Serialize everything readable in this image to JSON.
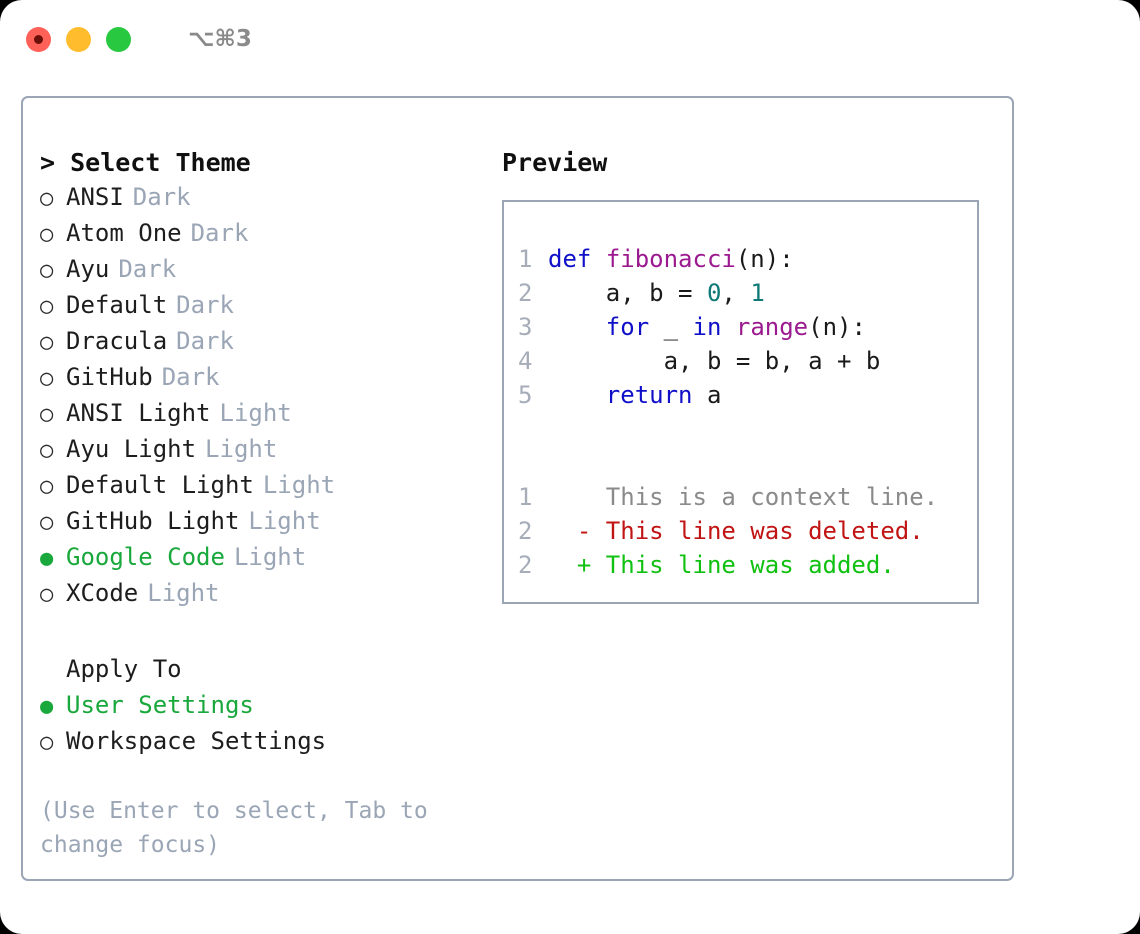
{
  "titlebar": {
    "traffic_lights": [
      {
        "name": "close",
        "color": "#ff6058",
        "recording": true
      },
      {
        "name": "minimize",
        "color": "#ffbd2e",
        "recording": false
      },
      {
        "name": "zoom",
        "color": "#28c840",
        "recording": false
      }
    ],
    "shortcut": "⌥⌘3"
  },
  "theme_picker": {
    "header": "> Select Theme",
    "marker_unselected": "○",
    "marker_selected": "●",
    "items": [
      {
        "label": "ANSI",
        "tag": "Dark",
        "selected": false
      },
      {
        "label": "Atom One",
        "tag": "Dark",
        "selected": false
      },
      {
        "label": "Ayu",
        "tag": "Dark",
        "selected": false
      },
      {
        "label": "Default",
        "tag": "Dark",
        "selected": false
      },
      {
        "label": "Dracula",
        "tag": "Dark",
        "selected": false
      },
      {
        "label": "GitHub",
        "tag": "Dark",
        "selected": false
      },
      {
        "label": "ANSI Light",
        "tag": "Light",
        "selected": false
      },
      {
        "label": "Ayu Light",
        "tag": "Light",
        "selected": false
      },
      {
        "label": "Default Light",
        "tag": "Light",
        "selected": false
      },
      {
        "label": "GitHub Light",
        "tag": "Light",
        "selected": false
      },
      {
        "label": "Google Code",
        "tag": "Light",
        "selected": true
      },
      {
        "label": "XCode",
        "tag": "Light",
        "selected": false
      }
    ]
  },
  "apply_to": {
    "header": "Apply To",
    "items": [
      {
        "label": "User Settings",
        "selected": true
      },
      {
        "label": "Workspace Settings",
        "selected": false
      }
    ]
  },
  "hint": "(Use Enter to select, Tab to change focus)",
  "preview": {
    "title": "Preview",
    "code_lines": [
      {
        "num": "1",
        "tokens": [
          {
            "t": "def",
            "c": "kw"
          },
          {
            "t": " ",
            "c": "plain"
          },
          {
            "t": "fibonacci",
            "c": "fn"
          },
          {
            "t": "(n):",
            "c": "plain"
          }
        ]
      },
      {
        "num": "2",
        "tokens": [
          {
            "t": "    a, b = ",
            "c": "plain"
          },
          {
            "t": "0",
            "c": "num"
          },
          {
            "t": ", ",
            "c": "plain"
          },
          {
            "t": "1",
            "c": "num"
          }
        ]
      },
      {
        "num": "3",
        "tokens": [
          {
            "t": "    ",
            "c": "plain"
          },
          {
            "t": "for",
            "c": "kw"
          },
          {
            "t": " _ ",
            "c": "plain"
          },
          {
            "t": "in",
            "c": "kw"
          },
          {
            "t": " ",
            "c": "plain"
          },
          {
            "t": "range",
            "c": "fn"
          },
          {
            "t": "(n):",
            "c": "plain"
          }
        ]
      },
      {
        "num": "4",
        "tokens": [
          {
            "t": "        a, b = b, a + b",
            "c": "plain"
          }
        ]
      },
      {
        "num": "5",
        "tokens": [
          {
            "t": "    ",
            "c": "plain"
          },
          {
            "t": "return",
            "c": "kw"
          },
          {
            "t": " a",
            "c": "plain"
          }
        ]
      }
    ],
    "diff_lines": [
      {
        "num": "1",
        "marker": " ",
        "text": " This is a context line.",
        "kind": "ctx"
      },
      {
        "num": "2",
        "marker": "-",
        "text": " This line was deleted.",
        "kind": "del"
      },
      {
        "num": "2",
        "marker": "+",
        "text": " This line was added.",
        "kind": "add"
      }
    ]
  },
  "colors": {
    "accent_green": "#19a83c",
    "tag_gray": "#9aa5b5",
    "border": "#9aa5b5",
    "keyword": "#1010c8",
    "function": "#9b1a8f",
    "number": "#0f7a75",
    "diff_deleted": "#c11414",
    "diff_added": "#11c111",
    "diff_context": "#8a8a8a"
  }
}
